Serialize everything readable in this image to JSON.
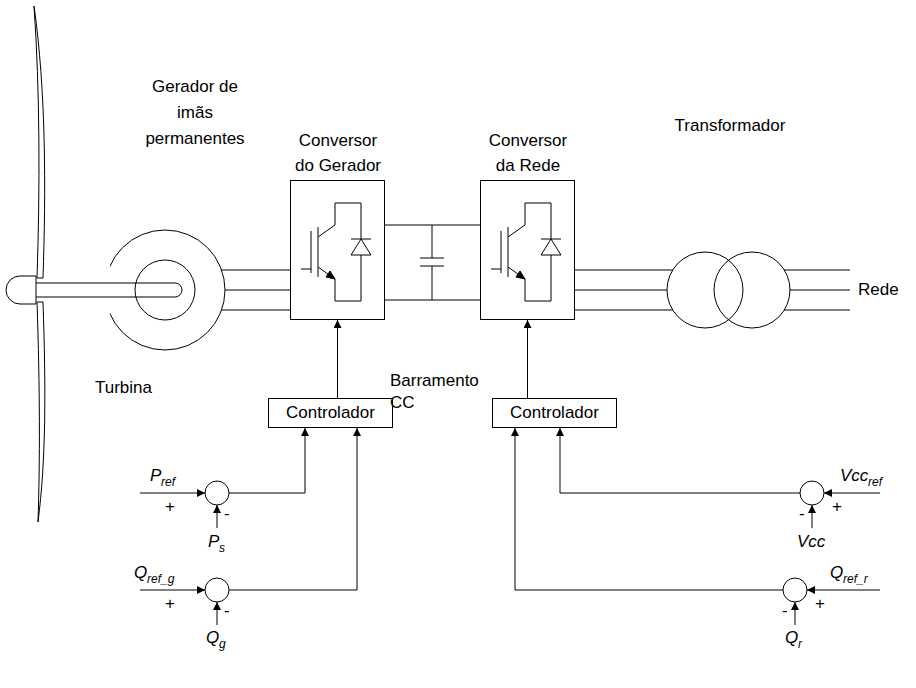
{
  "diagram": {
    "nodes": [
      {
        "text": [
          "Gerador de imãs permanentes"
        ]
      },
      {
        "text": [
          "Conversor do Gerador"
        ]
      },
      {
        "text": [
          "Conversor da Rede"
        ]
      },
      {
        "text": [
          "Transformador"
        ]
      },
      {
        "text": [
          "Controlador"
        ]
      },
      {
        "text": [
          "Controlador"
        ]
      }
    ],
    "edges": [
      {
        "from": 0,
        "to": 1,
        "arrow": "none"
      },
      {
        "from": 1,
        "to": 2,
        "arrow": "none"
      },
      {
        "from": 2,
        "to": 3,
        "arrow": "none"
      },
      {
        "from": 4,
        "to": 1,
        "arrow": "to"
      },
      {
        "from": 5,
        "to": 2,
        "arrow": "to"
      }
    ],
    "labels": [
      "Turbina",
      "Barramento CC",
      "Rede",
      "P",
      "ref",
      "+",
      "-",
      "P",
      "s",
      "Q",
      "ref_g",
      "+",
      "-",
      "Q",
      "g",
      "Vcc",
      "ref",
      "-",
      "+",
      "Vcc",
      "Q",
      "ref_r",
      "-",
      "+",
      "Q",
      "r"
    ]
  }
}
